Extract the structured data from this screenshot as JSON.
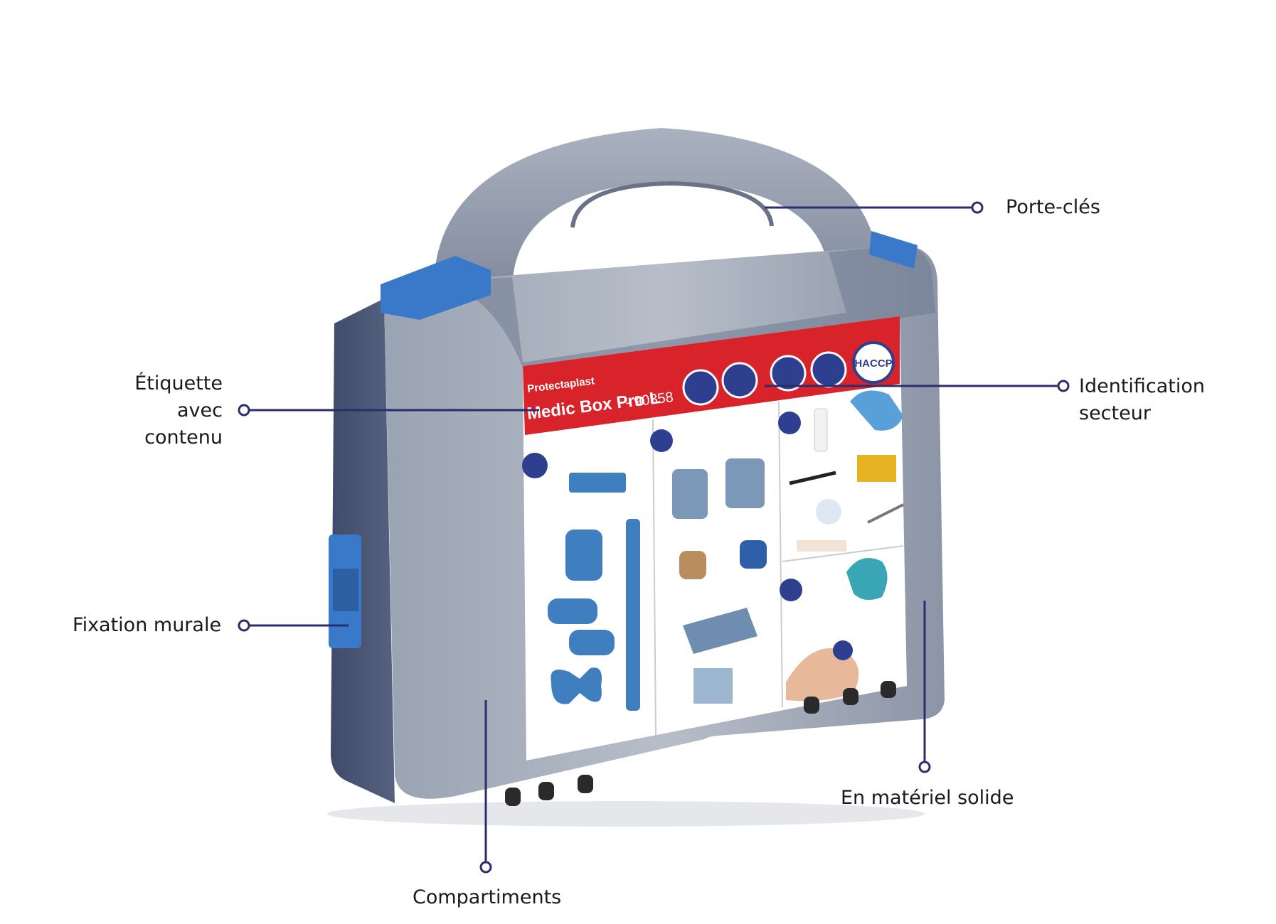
{
  "colors": {
    "callout_line": "#2b2d6e",
    "case_grey": "#8e98a8",
    "case_dark": "#4e5b78",
    "clip_blue": "#3a78c9",
    "label_red": "#d8232a",
    "plaster_blue": "#3f7fc0"
  },
  "product": {
    "brand": "Protectaplast",
    "model": "Medic Box Pro L",
    "code": "- 90358",
    "seal": "HACCP"
  },
  "callouts": {
    "porte_cles": "Porte-clés",
    "identification_line1": "Identification",
    "identification_line2": "secteur",
    "etiquette_line1": "Étiquette",
    "etiquette_line2": "avec",
    "etiquette_line3": "contenu",
    "fixation": "Fixation murale",
    "materiel": "En matériel solide",
    "compartiments": "Compartiments"
  }
}
